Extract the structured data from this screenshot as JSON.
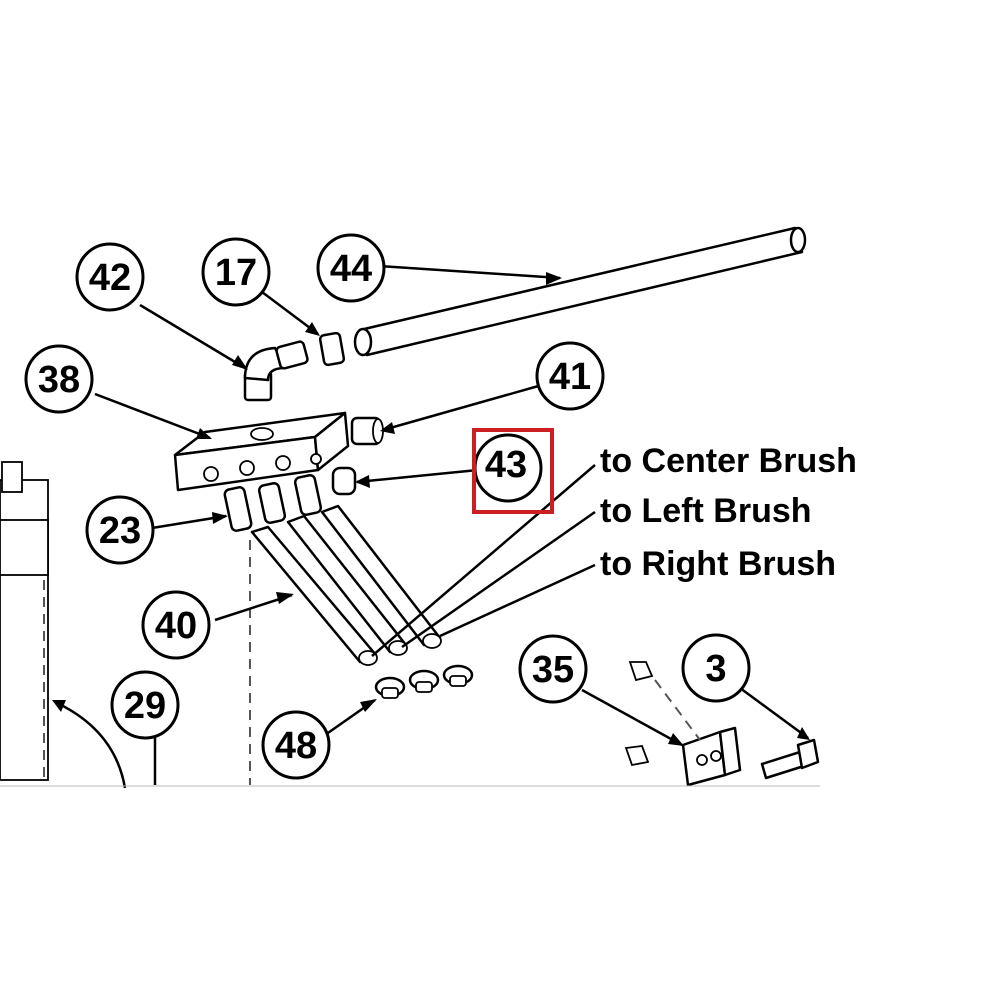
{
  "callouts": [
    {
      "id": "42",
      "label": "42"
    },
    {
      "id": "17",
      "label": "17"
    },
    {
      "id": "44",
      "label": "44"
    },
    {
      "id": "38",
      "label": "38"
    },
    {
      "id": "41",
      "label": "41"
    },
    {
      "id": "43",
      "label": "43"
    },
    {
      "id": "23",
      "label": "23"
    },
    {
      "id": "40",
      "label": "40"
    },
    {
      "id": "29",
      "label": "29"
    },
    {
      "id": "48",
      "label": "48"
    },
    {
      "id": "35",
      "label": "35"
    },
    {
      "id": "3",
      "label": "3"
    }
  ],
  "destinations": {
    "center": "to Center Brush",
    "left": "to Left Brush",
    "right": "to Right Brush"
  },
  "highlighted_part": "43",
  "colors": {
    "highlight": "#cc1f24",
    "line": "#000000",
    "background": "#ffffff"
  }
}
